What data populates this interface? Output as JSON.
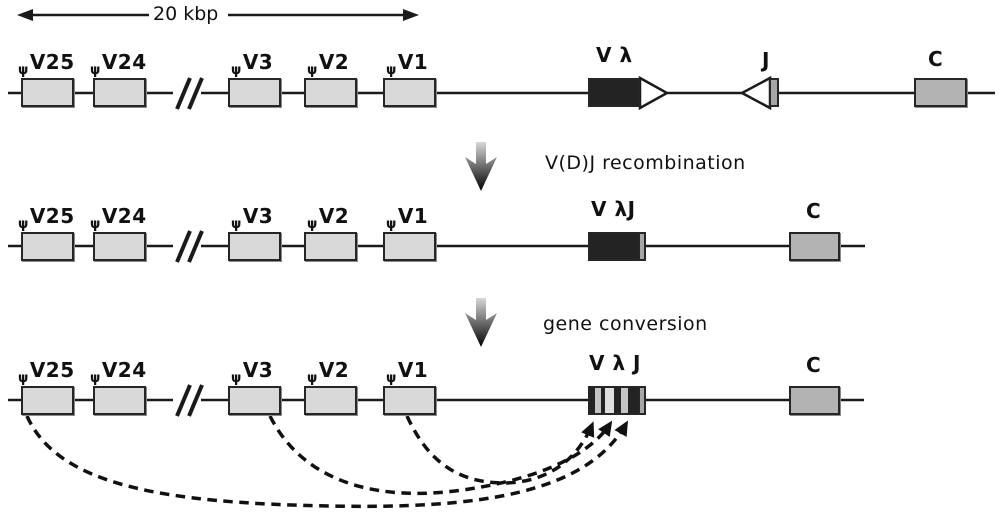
{
  "psi": "ψ",
  "scale_bar": {
    "label": "20 kbp"
  },
  "pseudogenes": [
    {
      "name": "V25"
    },
    {
      "name": "V24"
    },
    {
      "name": "V3"
    },
    {
      "name": "V2"
    },
    {
      "name": "V1"
    }
  ],
  "steps": [
    {
      "label": "V(D)J recombination"
    },
    {
      "label": "gene conversion"
    }
  ],
  "rows": {
    "germline": {
      "v_label": "V λ",
      "j_label": "J",
      "c_label": "C"
    },
    "recombined": {
      "vj_label": "V λJ",
      "c_label": "C"
    },
    "converted": {
      "vj_label": "V λ J",
      "c_label": "C"
    }
  },
  "colors": {
    "pseudogene_box": "#d9d9d9",
    "v_lambda_box": "#232323",
    "j_segment": "#a6a6a6",
    "c_box": "#b3b3b3",
    "conversion_stripe_light": "#e0e0e0",
    "conversion_stripe": "#c4c4c4",
    "line": "#1a1a1a"
  }
}
